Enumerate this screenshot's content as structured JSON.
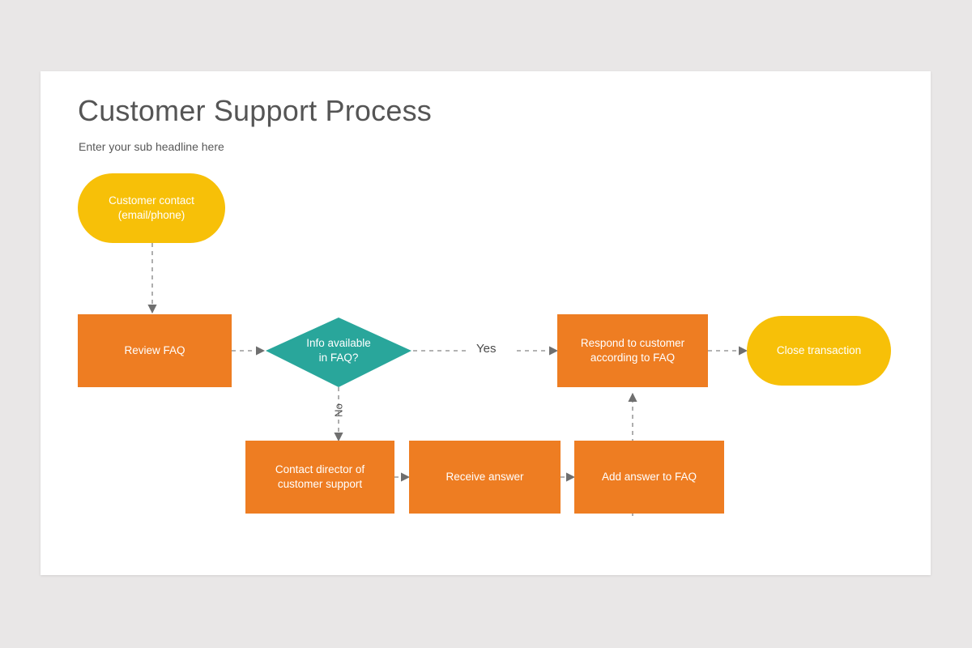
{
  "page": {
    "background_color": "#e9e7e7",
    "card_background": "#ffffff"
  },
  "header": {
    "title": "Customer Support Process",
    "subtitle": "Enter your sub headline here"
  },
  "palette": {
    "terminator_yellow": "#f7c008",
    "process_orange": "#ee7d22",
    "decision_teal": "#29a69b",
    "connector_gray": "#9a9a9a",
    "text_dark": "#555555",
    "text_on_shape": "#ffffff"
  },
  "chart_data": {
    "type": "flowchart",
    "title": "Customer Support Process",
    "nodes": [
      {
        "id": "customer-contact",
        "label": "Customer contact\n(email/phone)",
        "shape": "terminator",
        "color": "#f7c008"
      },
      {
        "id": "review-faq",
        "label": "Review FAQ",
        "shape": "process",
        "color": "#ee7d22"
      },
      {
        "id": "info-available",
        "label": "Info available\nin FAQ?",
        "shape": "decision",
        "color": "#29a69b"
      },
      {
        "id": "respond-customer",
        "label": "Respond to customer\naccording to FAQ",
        "shape": "process",
        "color": "#ee7d22"
      },
      {
        "id": "close-transaction",
        "label": "Close transaction",
        "shape": "terminator",
        "color": "#f7c008"
      },
      {
        "id": "contact-director",
        "label": "Contact director of\ncustomer support",
        "shape": "process",
        "color": "#ee7d22"
      },
      {
        "id": "receive-answer",
        "label": "Receive answer",
        "shape": "process",
        "color": "#ee7d22"
      },
      {
        "id": "add-answer-faq",
        "label": "Add answer to FAQ",
        "shape": "process",
        "color": "#ee7d22"
      }
    ],
    "edges": [
      {
        "from": "customer-contact",
        "to": "review-faq",
        "label": "",
        "style": "dashed"
      },
      {
        "from": "review-faq",
        "to": "info-available",
        "label": "",
        "style": "dashed"
      },
      {
        "from": "info-available",
        "to": "respond-customer",
        "label": "Yes",
        "style": "dashed"
      },
      {
        "from": "info-available",
        "to": "contact-director",
        "label": "No",
        "style": "dashed"
      },
      {
        "from": "respond-customer",
        "to": "close-transaction",
        "label": "",
        "style": "dashed"
      },
      {
        "from": "contact-director",
        "to": "receive-answer",
        "label": "",
        "style": "dashed"
      },
      {
        "from": "receive-answer",
        "to": "add-answer-faq",
        "label": "",
        "style": "dashed"
      },
      {
        "from": "add-answer-faq",
        "to": "respond-customer",
        "label": "",
        "style": "dashed"
      }
    ],
    "edge_labels": {
      "yes": "Yes",
      "no": "No"
    }
  }
}
